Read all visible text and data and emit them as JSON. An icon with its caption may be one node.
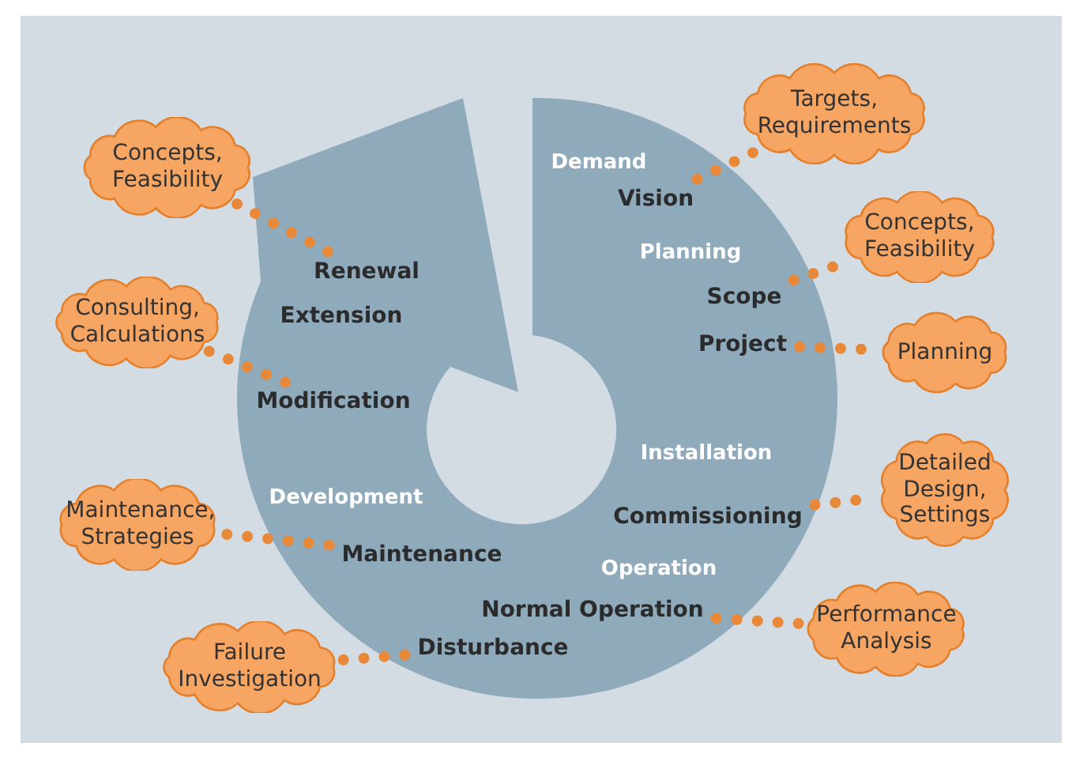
{
  "diagram": {
    "nodes": [
      {
        "text": [],
        "shape": "ring"
      },
      {
        "text": [
          "Targets, Requirements"
        ]
      },
      {
        "text": [
          "Concepts, Feasibility"
        ]
      },
      {
        "text": [
          "Vision"
        ],
        "in": 0
      },
      {
        "text": [
          "Concepts, Feasibility"
        ]
      },
      {
        "text": [
          "Renewal"
        ],
        "in": 0
      },
      {
        "text": [
          "Scope"
        ],
        "in": 0
      },
      {
        "text": [
          "Consulting, Calculations"
        ]
      },
      {
        "text": [
          "Extension"
        ],
        "in": 0
      },
      {
        "text": [
          "Project"
        ],
        "in": 0
      },
      {
        "text": [
          "Planning"
        ]
      },
      {
        "text": [
          "Modification"
        ],
        "in": 0
      },
      {
        "text": [
          "Detailed Design, Settings"
        ]
      },
      {
        "text": [
          "Commissioning"
        ],
        "in": 0
      },
      {
        "text": [
          "Maintenance, Strategies"
        ]
      },
      {
        "text": [
          "Maintenance"
        ],
        "in": 0
      },
      {
        "text": [
          "Normal Operation"
        ],
        "in": 0
      },
      {
        "text": [
          "Performance Analysis"
        ]
      },
      {
        "text": [
          "Failure Investigation"
        ]
      },
      {
        "text": [
          "Disturbance"
        ],
        "in": 0
      }
    ],
    "edges": [
      {
        "from": 3,
        "to": 1,
        "arrow": "none"
      },
      {
        "from": 5,
        "to": 2,
        "arrow": "none"
      },
      {
        "from": 6,
        "to": 4,
        "arrow": "none"
      },
      {
        "from": 11,
        "to": 7,
        "arrow": "none"
      },
      {
        "from": 9,
        "to": 10,
        "arrow": "none"
      },
      {
        "from": 13,
        "to": 12,
        "arrow": "none"
      },
      {
        "from": 15,
        "to": 14,
        "arrow": "none"
      },
      {
        "from": 16,
        "to": 17,
        "arrow": "none"
      },
      {
        "from": 19,
        "to": 18,
        "arrow": "none"
      }
    ],
    "labels": [
      "Demand",
      "Planning",
      "Installation",
      "Development",
      "Operation"
    ]
  }
}
